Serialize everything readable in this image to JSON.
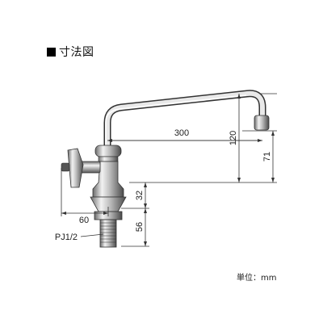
{
  "header": {
    "title": "寸法図",
    "title_marker": "■"
  },
  "unit_note": "単位：mm",
  "dimensions": {
    "spout_reach": "300",
    "spout_height": "120",
    "outlet_height": "71",
    "handle_to_base": "32",
    "thread_length": "56",
    "wall_offset": "60",
    "pipe_thread": "PJ1/2"
  },
  "colors": {
    "line": "#333333",
    "metal_dark": "#555555",
    "metal_light": "#e6e6e6"
  }
}
